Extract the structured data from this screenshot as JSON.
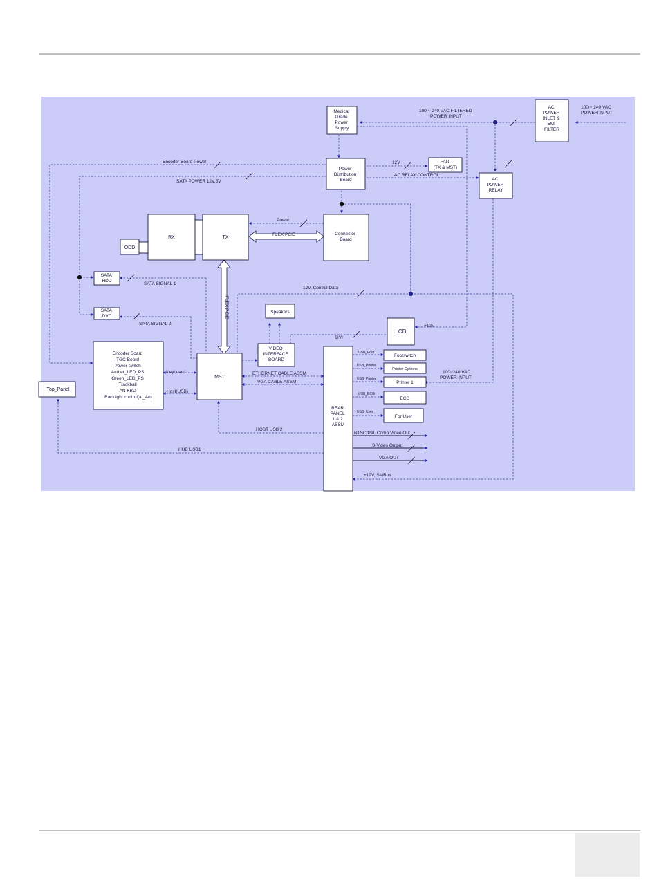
{
  "blocks": {
    "medical_psu": [
      "Medical",
      "Grade",
      "Power",
      "Supply"
    ],
    "ac_inlet": [
      "AC",
      "POWER",
      "INLET &",
      "EMI",
      "FILTER"
    ],
    "fan": [
      "FAN",
      "(TX & MST)"
    ],
    "power_dist": [
      "Power",
      "Distribution",
      "Board"
    ],
    "ac_relay": [
      "AC",
      "POWER",
      "RELAY"
    ],
    "rx": "RX",
    "tx": "TX",
    "odd": "ODD",
    "connector": [
      "Connector",
      "Board"
    ],
    "sata_hdd": [
      "SATA",
      "HDD"
    ],
    "sata_dvd": [
      "SATA",
      "DVD"
    ],
    "speakers": "Speakers",
    "video_if": [
      "VIDEO",
      "INTERFACE",
      "BOARD"
    ],
    "lcd": "LCD",
    "encoder": [
      "Encoder Board",
      "TGC Board",
      "Power switch",
      "Amber_LED_PS",
      "Green_LED_PS",
      "Trackball",
      "AN KBD",
      "Backlight control(al_An)"
    ],
    "mst": "MST",
    "top_panel": "Top_Panel",
    "rear_panel": [
      "REAR",
      "PANEL",
      "1 & 2",
      "ASSM"
    ],
    "footswitch": "Footswitch",
    "printer_options": "Printer Options",
    "printer1": "Printer 1",
    "ecg": "ECG",
    "for_user": "For User"
  },
  "signals": {
    "ac_in": [
      "100 ~ 240 VAC",
      "POWER INPUT"
    ],
    "ac_filtered": [
      "100 ~ 240 VAC FILTERED",
      "POWER INPUT"
    ],
    "encoder_power": "Encoder Board Power",
    "sata_power": "SATA POWER 12V,5V",
    "v12_fan": "12V",
    "ac_relay_ctrl": "AC RELAY CONTROL",
    "power": "Power",
    "flex_pcie": "FLEX PCIE",
    "flex_pcie_v": "FLEX PCIE",
    "sata_sig1": "SATA SIGNAL 1",
    "sata_sig2": "SATA SIGNAL 2",
    "ctrl_data": "12V, Control Data",
    "plus12v_lcd": "+12V",
    "dvi": "DVI",
    "keyboard": "Keyboard",
    "host_usb_left": "Host(USB)",
    "ethernet": "ETHERNET CABLE ASSM",
    "vga_cable": "VGA CABLE ASSM",
    "ac_out": [
      "100~240 VAC",
      "POWER INPUT"
    ],
    "host_usb": "HOST USB 2",
    "hub_usb": "HUB USB1",
    "ntsc": "NTSC/PAL Comp Video Out",
    "svideo": "S-Video Output",
    "vga_out": "VGA OUT",
    "smbus": "+12V, SMBus",
    "usb_foot": "USB_Foot",
    "usb_printer": "USB_Printer",
    "usb_printer2": "USB_Printer",
    "usb_ecg": "USB_ECG",
    "usb_user": "USB_User"
  }
}
